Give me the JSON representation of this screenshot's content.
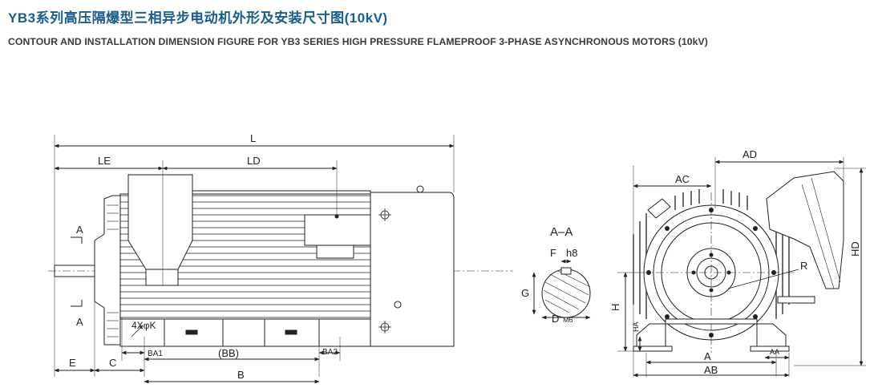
{
  "title": {
    "chinese": "YB3系列高压隔爆型三相异步电动机外形及安装尺寸图(10kV)",
    "english": "CONTOUR AND INSTALLATION DIMENSION FIGURE FOR YB3 SERIES HIGH PRESSURE  FLAMEPROOF 3-PHASE ASYNCHRONOUS MOTORS (10kV)"
  },
  "side_view": {
    "dims": {
      "L": "L",
      "LE": "LE",
      "LD": "LD",
      "E": "E",
      "C": "C",
      "B": "B",
      "BB": "(BB)",
      "BA1": "BA1",
      "BA2": "BA2",
      "hole": "4XφK",
      "section_a_top": "A",
      "section_a_bottom": "A"
    }
  },
  "section_view": {
    "title": "A–A",
    "dims": {
      "F": "F",
      "h8": "h8",
      "G": "G",
      "D": "D",
      "M6": "M6"
    }
  },
  "end_view": {
    "dims": {
      "AD": "AD",
      "AC": "AC",
      "HD": "HD",
      "R": "R",
      "H": "H",
      "HA": "HA",
      "A": "A",
      "AA": "AA",
      "AB": "AB"
    }
  },
  "colors": {
    "title_zh": "#1a5d8c",
    "title_en": "#3a3a3a",
    "line": "#222222"
  }
}
